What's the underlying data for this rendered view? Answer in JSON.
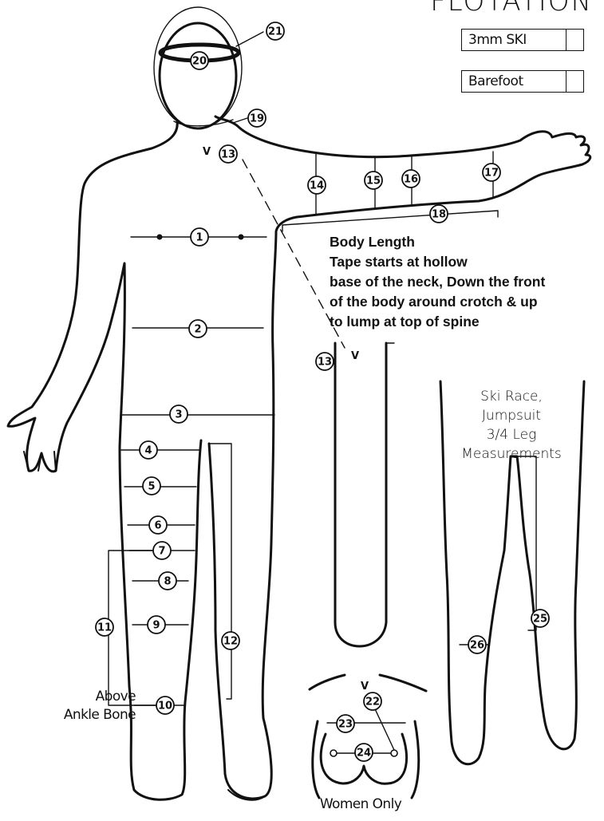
{
  "title": "FLOTATION",
  "options": [
    {
      "label": "3mm SKI"
    },
    {
      "label": "Barefoot"
    }
  ],
  "body_length_note": [
    "Body Length",
    "Tape starts at hollow",
    "base of the neck, Down the front",
    "of the body around crotch & up",
    "to lump at top of spine"
  ],
  "ski_race_note": [
    "Ski Race,",
    "Jumpsuit",
    "3/4 Leg",
    "Measurements"
  ],
  "ankle_note": [
    "Above",
    "Ankle Bone"
  ],
  "women_note": "Women Only",
  "spine_mark": "V",
  "measure_points": [
    "1",
    "2",
    "3",
    "4",
    "5",
    "6",
    "7",
    "8",
    "9",
    "10",
    "11",
    "12",
    "13",
    "14",
    "15",
    "16",
    "17",
    "18",
    "19",
    "20",
    "21",
    "22",
    "23",
    "24",
    "25",
    "26"
  ]
}
